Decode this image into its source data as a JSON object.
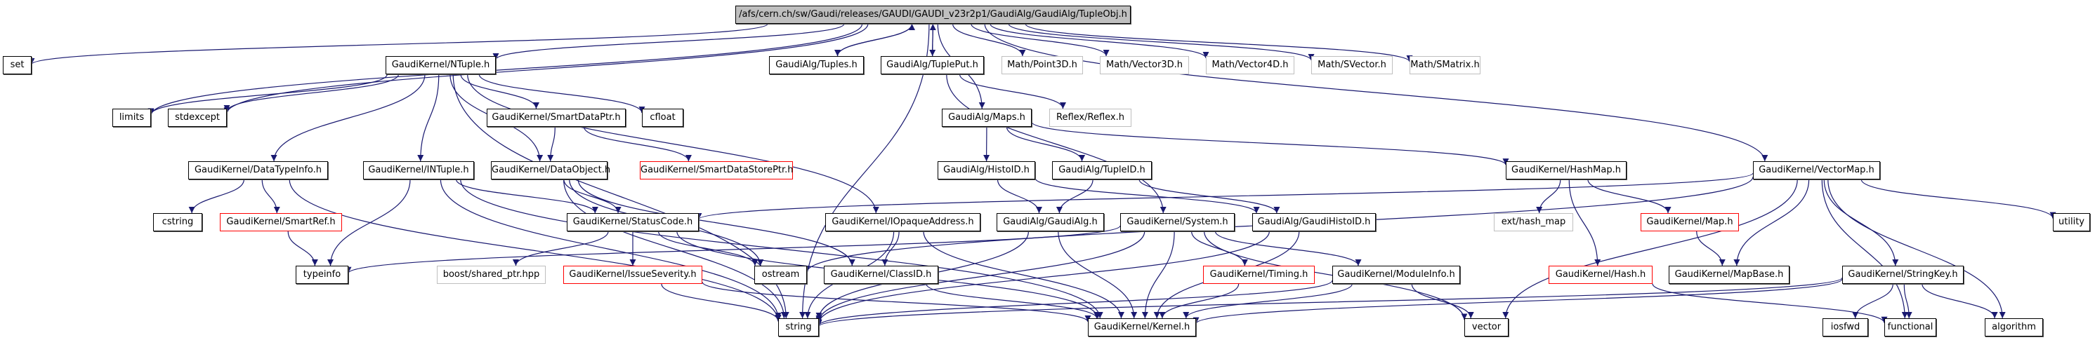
{
  "diagram": {
    "title": "Include dependency graph",
    "colors": {
      "edge": "#191970",
      "root_fill": "#bfbfbf",
      "missing_border": "#bfbfbf",
      "incomplete_border": "#ff0000",
      "normal_border": "#000000"
    },
    "nodes": [
      {
        "id": "root",
        "label": "/afs/cern.ch/sw/Gaudi/releases/GAUDI/GAUDI_v23r2p1/GaudiAlg/GaudiAlg/TupleObj.h",
        "kind": "root"
      },
      {
        "id": "set",
        "label": "set",
        "kind": "normal"
      },
      {
        "id": "ntuple",
        "label": "GaudiKernel/NTuple.h",
        "kind": "normal"
      },
      {
        "id": "tuples",
        "label": "GaudiAlg/Tuples.h",
        "kind": "normal"
      },
      {
        "id": "tupleput",
        "label": "GaudiAlg/TuplePut.h",
        "kind": "normal"
      },
      {
        "id": "point3d",
        "label": "Math/Point3D.h",
        "kind": "missing"
      },
      {
        "id": "vector3d",
        "label": "Math/Vector3D.h",
        "kind": "missing"
      },
      {
        "id": "vector4d",
        "label": "Math/Vector4D.h",
        "kind": "missing"
      },
      {
        "id": "svector",
        "label": "Math/SVector.h",
        "kind": "missing"
      },
      {
        "id": "smatrix",
        "label": "Math/SMatrix.h",
        "kind": "missing"
      },
      {
        "id": "limits",
        "label": "limits",
        "kind": "normal"
      },
      {
        "id": "stdexcept",
        "label": "stdexcept",
        "kind": "normal"
      },
      {
        "id": "smartdataptr",
        "label": "GaudiKernel/SmartDataPtr.h",
        "kind": "normal"
      },
      {
        "id": "cfloat",
        "label": "cfloat",
        "kind": "normal"
      },
      {
        "id": "maps",
        "label": "GaudiAlg/Maps.h",
        "kind": "normal"
      },
      {
        "id": "reflex",
        "label": "Reflex/Reflex.h",
        "kind": "missing"
      },
      {
        "id": "datatypeinfo",
        "label": "GaudiKernel/DataTypeInfo.h",
        "kind": "normal"
      },
      {
        "id": "intuple",
        "label": "GaudiKernel/INTuple.h",
        "kind": "normal"
      },
      {
        "id": "dataobject",
        "label": "GaudiKernel/DataObject.h",
        "kind": "normal"
      },
      {
        "id": "smartdatastoreptr",
        "label": "GaudiKernel/SmartDataStorePtr.h",
        "kind": "incomplete"
      },
      {
        "id": "histoid",
        "label": "GaudiAlg/HistoID.h",
        "kind": "normal"
      },
      {
        "id": "tupleid",
        "label": "GaudiAlg/TupleID.h",
        "kind": "normal"
      },
      {
        "id": "hashmap",
        "label": "GaudiKernel/HashMap.h",
        "kind": "normal"
      },
      {
        "id": "vectormap",
        "label": "GaudiKernel/VectorMap.h",
        "kind": "normal"
      },
      {
        "id": "cstring",
        "label": "cstring",
        "kind": "normal"
      },
      {
        "id": "smartref",
        "label": "GaudiKernel/SmartRef.h",
        "kind": "incomplete"
      },
      {
        "id": "statuscode",
        "label": "GaudiKernel/StatusCode.h",
        "kind": "normal"
      },
      {
        "id": "iopaque",
        "label": "GaudiKernel/IOpaqueAddress.h",
        "kind": "normal"
      },
      {
        "id": "gaudialg",
        "label": "GaudiAlg/GaudiAlg.h",
        "kind": "normal"
      },
      {
        "id": "system",
        "label": "GaudiKernel/System.h",
        "kind": "normal"
      },
      {
        "id": "gaudihistoid",
        "label": "GaudiAlg/GaudiHistoID.h",
        "kind": "normal"
      },
      {
        "id": "hashmapext",
        "label": "ext/hash_map",
        "kind": "missing"
      },
      {
        "id": "map",
        "label": "GaudiKernel/Map.h",
        "kind": "incomplete"
      },
      {
        "id": "utility",
        "label": "utility",
        "kind": "normal"
      },
      {
        "id": "typeinfo",
        "label": "typeinfo",
        "kind": "normal"
      },
      {
        "id": "sharedptr",
        "label": "boost/shared_ptr.hpp",
        "kind": "missing"
      },
      {
        "id": "issueseverity",
        "label": "GaudiKernel/IssueSeverity.h",
        "kind": "incomplete"
      },
      {
        "id": "ostream",
        "label": "ostream",
        "kind": "normal"
      },
      {
        "id": "classid",
        "label": "GaudiKernel/ClassID.h",
        "kind": "normal"
      },
      {
        "id": "timing",
        "label": "GaudiKernel/Timing.h",
        "kind": "incomplete"
      },
      {
        "id": "moduleinfo",
        "label": "GaudiKernel/ModuleInfo.h",
        "kind": "normal"
      },
      {
        "id": "hash",
        "label": "GaudiKernel/Hash.h",
        "kind": "incomplete"
      },
      {
        "id": "mapbase",
        "label": "GaudiKernel/MapBase.h",
        "kind": "normal"
      },
      {
        "id": "stringkey",
        "label": "GaudiKernel/StringKey.h",
        "kind": "normal"
      },
      {
        "id": "string",
        "label": "string",
        "kind": "normal"
      },
      {
        "id": "kernel",
        "label": "GaudiKernel/Kernel.h",
        "kind": "normal"
      },
      {
        "id": "vector",
        "label": "vector",
        "kind": "normal"
      },
      {
        "id": "iosfwd",
        "label": "iosfwd",
        "kind": "normal"
      },
      {
        "id": "functional",
        "label": "functional",
        "kind": "normal"
      },
      {
        "id": "algorithm",
        "label": "algorithm",
        "kind": "normal"
      }
    ],
    "edges": [
      [
        "root",
        "set"
      ],
      [
        "root",
        "ntuple"
      ],
      [
        "root",
        "tuples"
      ],
      [
        "root",
        "tupleput"
      ],
      [
        "root",
        "point3d"
      ],
      [
        "root",
        "vector3d"
      ],
      [
        "root",
        "vector4d"
      ],
      [
        "root",
        "svector"
      ],
      [
        "root",
        "smatrix"
      ],
      [
        "root",
        "limits"
      ],
      [
        "root",
        "stdexcept"
      ],
      [
        "root",
        "maps"
      ],
      [
        "root",
        "vectormap"
      ],
      [
        "root",
        "string"
      ],
      [
        "tuples",
        "root"
      ],
      [
        "tupleput",
        "root"
      ],
      [
        "tupleput",
        "reflex"
      ],
      [
        "tupleput",
        "system"
      ],
      [
        "ntuple",
        "limits"
      ],
      [
        "ntuple",
        "stdexcept"
      ],
      [
        "ntuple",
        "smartdataptr"
      ],
      [
        "ntuple",
        "cfloat"
      ],
      [
        "ntuple",
        "datatypeinfo"
      ],
      [
        "ntuple",
        "intuple"
      ],
      [
        "ntuple",
        "dataobject"
      ],
      [
        "ntuple",
        "iopaque"
      ],
      [
        "ntuple",
        "string"
      ],
      [
        "smartdataptr",
        "dataobject"
      ],
      [
        "smartdataptr",
        "smartdatastoreptr"
      ],
      [
        "maps",
        "histoid"
      ],
      [
        "maps",
        "tupleid"
      ],
      [
        "maps",
        "hashmap"
      ],
      [
        "datatypeinfo",
        "cstring"
      ],
      [
        "datatypeinfo",
        "smartref"
      ],
      [
        "datatypeinfo",
        "string"
      ],
      [
        "smartref",
        "typeinfo"
      ],
      [
        "intuple",
        "typeinfo"
      ],
      [
        "intuple",
        "statuscode"
      ],
      [
        "intuple",
        "string"
      ],
      [
        "intuple",
        "kernel"
      ],
      [
        "dataobject",
        "statuscode"
      ],
      [
        "dataobject",
        "classid"
      ],
      [
        "dataobject",
        "ostream"
      ],
      [
        "dataobject",
        "string"
      ],
      [
        "histoid",
        "gaudialg"
      ],
      [
        "histoid",
        "gaudihistoid"
      ],
      [
        "tupleid",
        "gaudialg"
      ],
      [
        "tupleid",
        "gaudihistoid"
      ],
      [
        "hashmap",
        "hashmapext"
      ],
      [
        "hashmap",
        "map"
      ],
      [
        "hashmap",
        "hash"
      ],
      [
        "vectormap",
        "statuscode"
      ],
      [
        "vectormap",
        "ostream"
      ],
      [
        "vectormap",
        "mapbase"
      ],
      [
        "vectormap",
        "stringkey"
      ],
      [
        "vectormap",
        "utility"
      ],
      [
        "vectormap",
        "vector"
      ],
      [
        "vectormap",
        "functional"
      ],
      [
        "vectormap",
        "algorithm"
      ],
      [
        "statuscode",
        "sharedptr"
      ],
      [
        "statuscode",
        "issueseverity"
      ],
      [
        "statuscode",
        "ostream"
      ],
      [
        "statuscode",
        "kernel"
      ],
      [
        "iopaque",
        "classid"
      ],
      [
        "iopaque",
        "string"
      ],
      [
        "iopaque",
        "kernel"
      ],
      [
        "gaudialg",
        "string"
      ],
      [
        "gaudialg",
        "kernel"
      ],
      [
        "system",
        "typeinfo"
      ],
      [
        "system",
        "timing"
      ],
      [
        "system",
        "moduleinfo"
      ],
      [
        "system",
        "string"
      ],
      [
        "system",
        "kernel"
      ],
      [
        "system",
        "vector"
      ],
      [
        "gaudihistoid",
        "string"
      ],
      [
        "gaudihistoid",
        "kernel"
      ],
      [
        "map",
        "mapbase"
      ],
      [
        "issueseverity",
        "string"
      ],
      [
        "issueseverity",
        "kernel"
      ],
      [
        "classid",
        "kernel"
      ],
      [
        "timing",
        "kernel"
      ],
      [
        "moduleinfo",
        "string"
      ],
      [
        "moduleinfo",
        "kernel"
      ],
      [
        "moduleinfo",
        "vector"
      ],
      [
        "hash",
        "functional"
      ],
      [
        "stringkey",
        "string"
      ],
      [
        "stringkey",
        "kernel"
      ],
      [
        "stringkey",
        "iosfwd"
      ],
      [
        "stringkey",
        "functional"
      ],
      [
        "stringkey",
        "algorithm"
      ]
    ]
  }
}
